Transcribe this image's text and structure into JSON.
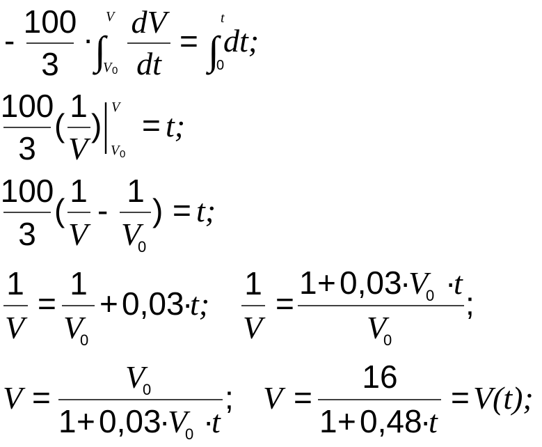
{
  "document": {
    "lines": [
      {
        "id": "eq1",
        "text": "- 100/3 · ∫_{V0}^{V} dV/dt = ∫_0^t dt;",
        "minus": "-",
        "coef_num": "100",
        "coef_den": "3",
        "dot": "·",
        "integral": "∫",
        "upper_limit": "V",
        "lower_limit": "V",
        "lower_limit_sub": "0",
        "frac_num": "dV",
        "frac_den": "dt",
        "equals": "=",
        "rhs_integral": "∫",
        "rhs_upper": "t",
        "rhs_lower": "0",
        "rhs_body": "dt;"
      },
      {
        "id": "eq2",
        "text": "100/3 (1/V)|_{V0}^{V} = t;",
        "coef_num": "100",
        "coef_den": "3",
        "open": "(",
        "num": "1",
        "den": "V",
        "close": ")",
        "upper": "V",
        "lower": "V",
        "lower_sub": "0",
        "equals": "=",
        "rhs": "t;"
      },
      {
        "id": "eq3",
        "text": "100/3 (1/V - 1/V0) = t;",
        "coef_num": "100",
        "coef_den": "3",
        "open": "(",
        "num1": "1",
        "den1": "V",
        "minus": "-",
        "num2": "1",
        "den2": "V",
        "den2_sub": "0",
        "close": ")",
        "equals": "=",
        "rhs": "t;"
      },
      {
        "id": "eq4",
        "text": "1/V = 1/V0 + 0,03·t;    1/V = (1 + 0,03·V0·t)/V0;",
        "lhs_num": "1",
        "lhs_den": "V",
        "equals": "=",
        "r_num": "1",
        "r_den": "V",
        "r_den_sub": "0",
        "plus": "+",
        "coef": "0,03",
        "dot": "·",
        "var": "t;",
        "lhs2_num": "1",
        "lhs2_den": "V",
        "equals2": "=",
        "big_num_a": "1",
        "big_num_plus": "+",
        "big_num_coef": "0,03",
        "big_num_dot1": "·",
        "big_num_v": "V",
        "big_num_v_sub": "0",
        "big_num_dot2": "·",
        "big_num_t": "t",
        "big_den": "V",
        "big_den_sub": "0",
        "end": ";"
      },
      {
        "id": "eq5",
        "text": "V = V0/(1 + 0,03·V0·t);    V = 16/(1 + 0,48·t) = V(t);",
        "lhs": "V",
        "equals": "=",
        "num": "V",
        "num_sub": "0",
        "den_a": "1",
        "den_plus": "+",
        "den_coef": "0,03",
        "den_dot1": "·",
        "den_v": "V",
        "den_v_sub": "0",
        "den_dot2": "·",
        "den_t": "t",
        "sep": ";",
        "lhs2": "V",
        "equals2": "=",
        "num2": "16",
        "den2_a": "1",
        "den2_plus": "+",
        "den2_coef": "0,48",
        "den2_dot": "·",
        "den2_t": "t",
        "equals3": "=",
        "final_v": "V",
        "final_paren": "(t);"
      }
    ]
  }
}
